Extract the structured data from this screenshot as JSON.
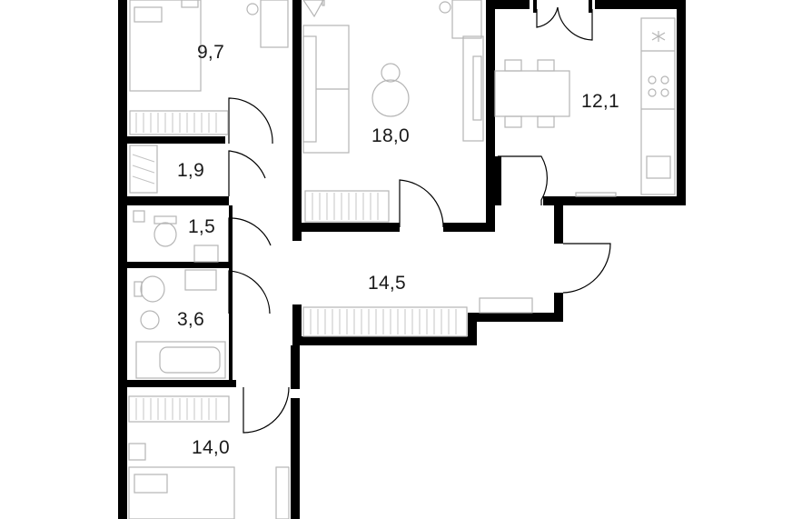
{
  "colors": {
    "wall": "#000000",
    "furniture": "#b5b5b5",
    "label": "#1a1a1a",
    "background": "#ffffff"
  },
  "rooms": [
    {
      "id": "bedroom-top",
      "area": "9,7"
    },
    {
      "id": "living-room",
      "area": "18,0"
    },
    {
      "id": "kitchen",
      "area": "12,1"
    },
    {
      "id": "storage",
      "area": "1,9"
    },
    {
      "id": "toilet",
      "area": "1,5"
    },
    {
      "id": "hallway",
      "area": "14,5"
    },
    {
      "id": "bathroom",
      "area": "3,6"
    },
    {
      "id": "bedroom-bottom",
      "area": "14,0"
    }
  ]
}
